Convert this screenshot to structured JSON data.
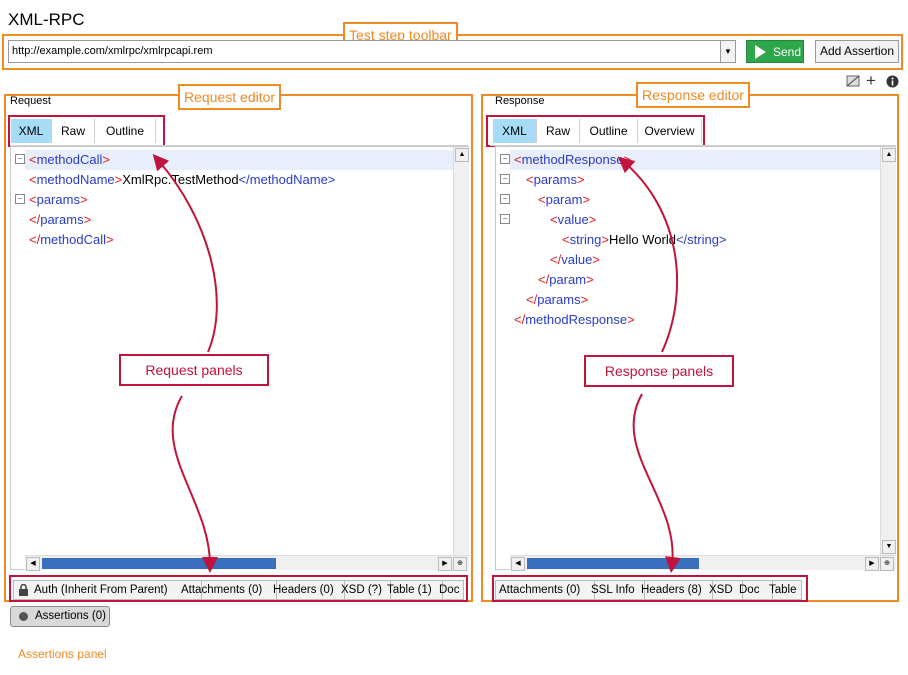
{
  "window": {
    "title": "XML-RPC"
  },
  "toolbar": {
    "url": "http://example.com/xmlrpc/xmlrpcapi.rem",
    "send_label": "Send",
    "add_assertion_label": "Add Assertion"
  },
  "request": {
    "label": "Request",
    "tabs": [
      {
        "label": "XML",
        "active": true
      },
      {
        "label": "Raw",
        "active": false
      },
      {
        "label": "Outline",
        "active": false
      }
    ],
    "lines": [
      {
        "open": "<",
        "tag": "methodCall",
        "close": ">",
        "text": "",
        "end": ""
      },
      {
        "open": "<",
        "tag": "methodName",
        "close": ">",
        "text": "XmlRpc.TestMethod",
        "end": "</methodName>"
      },
      {
        "open": "<",
        "tag": "params",
        "close": ">",
        "text": "",
        "end": ""
      },
      {
        "open": "</",
        "tag": "params",
        "close": ">",
        "text": "",
        "end": ""
      },
      {
        "open": "</",
        "tag": "methodCall",
        "close": ">",
        "text": "",
        "end": ""
      }
    ],
    "bottom_tabs": [
      "Auth (Inherit From Parent)",
      "Attachments (0)",
      "Headers (0)",
      "XSD (?)",
      "Table (1)",
      "Doc"
    ]
  },
  "response": {
    "label": "Response",
    "tabs": [
      {
        "label": "XML",
        "active": true
      },
      {
        "label": "Raw",
        "active": false
      },
      {
        "label": "Outline",
        "active": false
      },
      {
        "label": "Overview",
        "active": false
      }
    ],
    "lines": [
      {
        "open": "<",
        "tag": "methodResponse",
        "close": ">",
        "text": "",
        "end": ""
      },
      {
        "open": "<",
        "tag": "params",
        "close": ">",
        "text": "",
        "end": ""
      },
      {
        "open": "<",
        "tag": "param",
        "close": ">",
        "text": "",
        "end": ""
      },
      {
        "open": "<",
        "tag": "value",
        "close": ">",
        "text": "",
        "end": ""
      },
      {
        "open": "<",
        "tag": "string",
        "close": ">",
        "text": "Hello World",
        "end": "</string>"
      },
      {
        "open": "</",
        "tag": "value",
        "close": ">",
        "text": "",
        "end": ""
      },
      {
        "open": "</",
        "tag": "param",
        "close": ">",
        "text": "",
        "end": ""
      },
      {
        "open": "</",
        "tag": "params",
        "close": ">",
        "text": "",
        "end": ""
      },
      {
        "open": "</",
        "tag": "methodResponse",
        "close": ">",
        "text": "",
        "end": ""
      }
    ],
    "bottom_tabs": [
      "Attachments (0)",
      "SSL Info",
      "Headers (8)",
      "XSD",
      "Doc",
      "Table"
    ]
  },
  "assertions": {
    "label": "Assertions (0)"
  },
  "annotations": {
    "test_step_toolbar": "Test step toolbar",
    "request_editor": "Request editor",
    "response_editor": "Response editor",
    "request_panels": "Request panels",
    "response_panels": "Response panels",
    "assertions_panel": "Assertions panel"
  },
  "icons": {
    "send": "play-icon",
    "lock": "lock-icon",
    "assertion_status": "status-dot-icon",
    "panel_toggle": "layout-icon",
    "add": "plus-icon",
    "info": "info-icon"
  },
  "colors": {
    "annotation_orange": "#f08a24",
    "annotation_crimson": "#c0143c",
    "send_green": "#2ea64a",
    "tab_active": "#a7dcf7",
    "xml_bracket": "#e31a1c",
    "xml_tag": "#2a3cc8"
  }
}
